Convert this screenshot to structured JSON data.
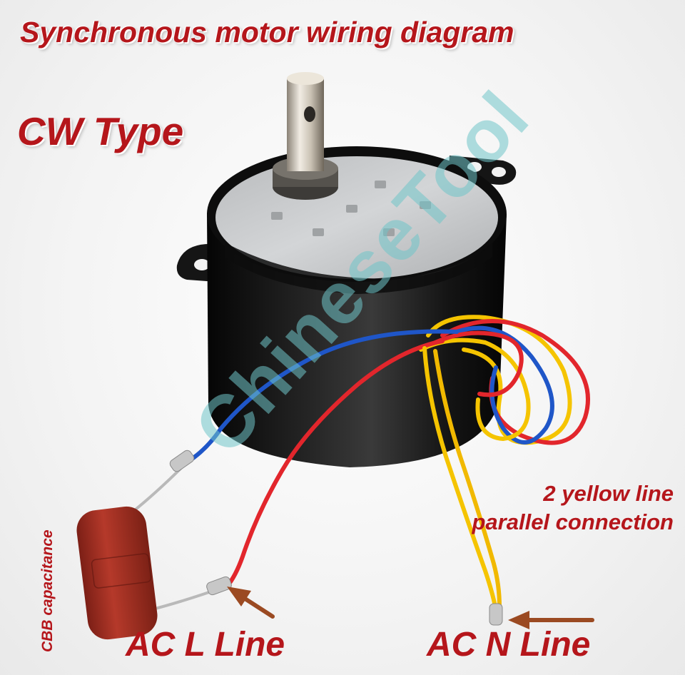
{
  "title": "Synchronous motor wiring diagram",
  "type_label": "CW Type",
  "note": {
    "line1": "2 yellow line",
    "line2": "parallel connection"
  },
  "labels": {
    "ac_l": "AC L Line",
    "ac_n": "AC N Line",
    "capacitor": "CBB capacitance",
    "watermark": "ChineseTool"
  },
  "colors": {
    "label_red": "#b5161b",
    "wire_blue": "#1f56c8",
    "wire_red": "#e2262c",
    "wire_yellow": "#f5c400",
    "motor_body": "#141414",
    "gearbox_plate": "#c9cbcd",
    "capacitor": "#9c2a1e",
    "watermark": "#6fc4c9"
  },
  "icons": [
    "arrow-l-line-icon",
    "arrow-n-line-icon"
  ]
}
